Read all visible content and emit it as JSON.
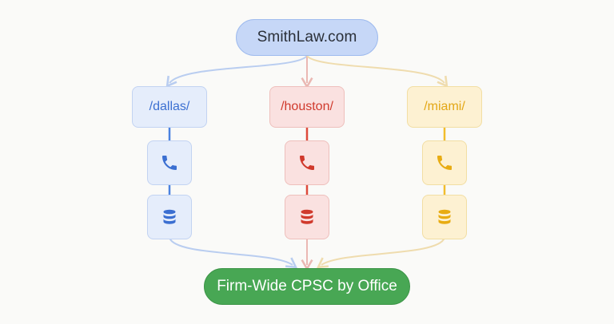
{
  "root": {
    "label": "SmithLaw.com"
  },
  "sink": {
    "label": "Firm-Wide CPSC by Office"
  },
  "offices": [
    {
      "path": "/dallas/",
      "accent": "#4a82e0",
      "text_color": "#3b6fd1",
      "phone_icon": "phone-icon",
      "db_icon": "database-icon"
    },
    {
      "path": "/houston/",
      "accent": "#de4a3c",
      "text_color": "#d0392c",
      "phone_icon": "phone-icon",
      "db_icon": "database-icon"
    },
    {
      "path": "/miami/",
      "accent": "#f2bd2c",
      "text_color": "#e3a716",
      "phone_icon": "phone-icon",
      "db_icon": "database-icon"
    }
  ],
  "colors": {
    "root_fill": "#c6d7f7",
    "sink_fill": "#48a754",
    "blue_line": "#4a82e0",
    "red_line": "#de4a3c",
    "yellow_line": "#f2bd2c"
  }
}
